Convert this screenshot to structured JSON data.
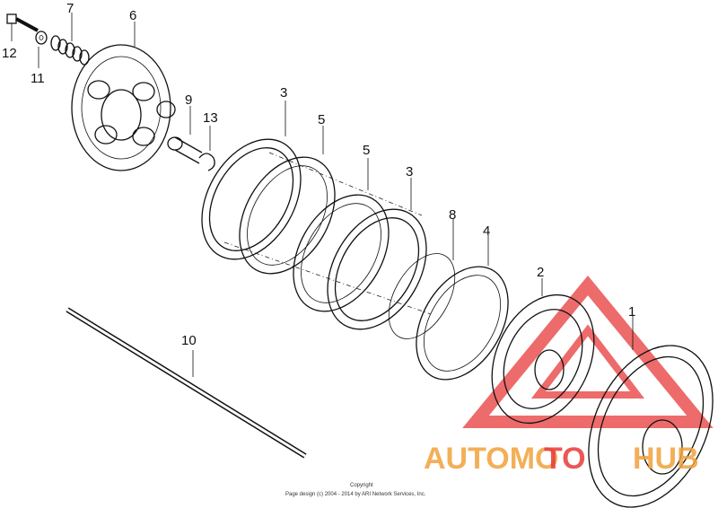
{
  "callouts": {
    "p1": "1",
    "p2": "2",
    "p3a": "3",
    "p3b": "3",
    "p4": "4",
    "p5a": "5",
    "p5b": "5",
    "p6": "6",
    "p7": "7",
    "p8": "8",
    "p9": "9",
    "p10": "10",
    "p11": "11",
    "p12": "12",
    "p13": "13"
  },
  "copyright": {
    "line1": "Copyright",
    "line2": "Page design (c) 2004 - 2014 by ARI Network Services, Inc."
  },
  "watermark": {
    "text_a": "AUTOMO",
    "text_b": "TO",
    "text_c": "HUB",
    "color_red": "#e83a3a",
    "color_orange": "#f2a23a"
  }
}
